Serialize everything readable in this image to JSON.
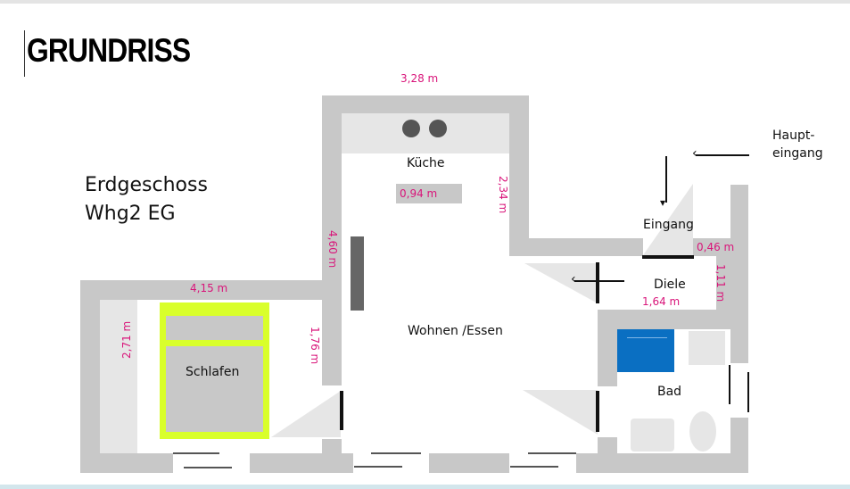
{
  "title": "GRUNDRISS",
  "floor": {
    "name_line1": "Erdgeschoss",
    "name_line2": "Whg2 EG"
  },
  "entrance": {
    "main_line1": "Haupt-",
    "main_line2": "eingang"
  },
  "rooms": {
    "kitchen": "Küche",
    "living": "Wohnen /Essen",
    "bedroom": "Schlafen",
    "entry": "Eingang",
    "hall": "Diele",
    "bath": "Bad"
  },
  "dimensions": {
    "kitchen_width": "3,28 m",
    "kitchen_counter": "0,94 m",
    "kitchen_right_wall": "2,34 m",
    "living_left_wall": "4,60 m",
    "bedroom_width": "4,15 m",
    "bedroom_height": "2,71 m",
    "bedroom_right_wall": "1,76 m",
    "entry_width": "0,46 m",
    "hall_width": "1,64 m",
    "hall_height": "1,11 m"
  },
  "colors": {
    "dimension_text": "#d9157a",
    "wall": "#c8c8c8",
    "bed_frame": "#d9ff2b",
    "bathtub": "#0a6fc2"
  }
}
